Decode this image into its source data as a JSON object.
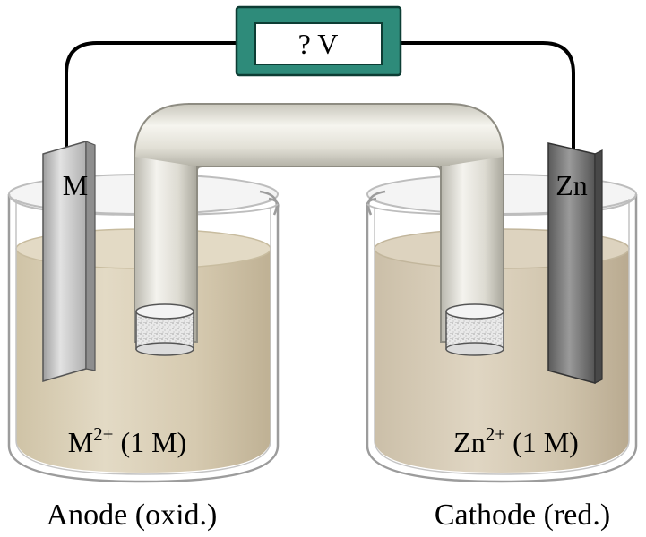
{
  "voltmeter": {
    "reading": "? V",
    "color": "#2e8b7a"
  },
  "anode": {
    "electrode_label": "M",
    "solution": {
      "ion": "M",
      "charge": "2+",
      "conc": " (1 M)"
    },
    "caption": "Anode (oxid.)"
  },
  "cathode": {
    "electrode_label": "Zn",
    "solution": {
      "ion": "Zn",
      "charge": "2+",
      "conc": " (1 M)"
    },
    "caption": "Cathode (red.)"
  },
  "colors": {
    "solution_fill": "#d8cdb4",
    "glass": "#c9c9c9",
    "salt_bridge": "#e6e4dc",
    "anode_metal": "#c8c8c8",
    "zinc_metal": "#6f6f6f"
  }
}
